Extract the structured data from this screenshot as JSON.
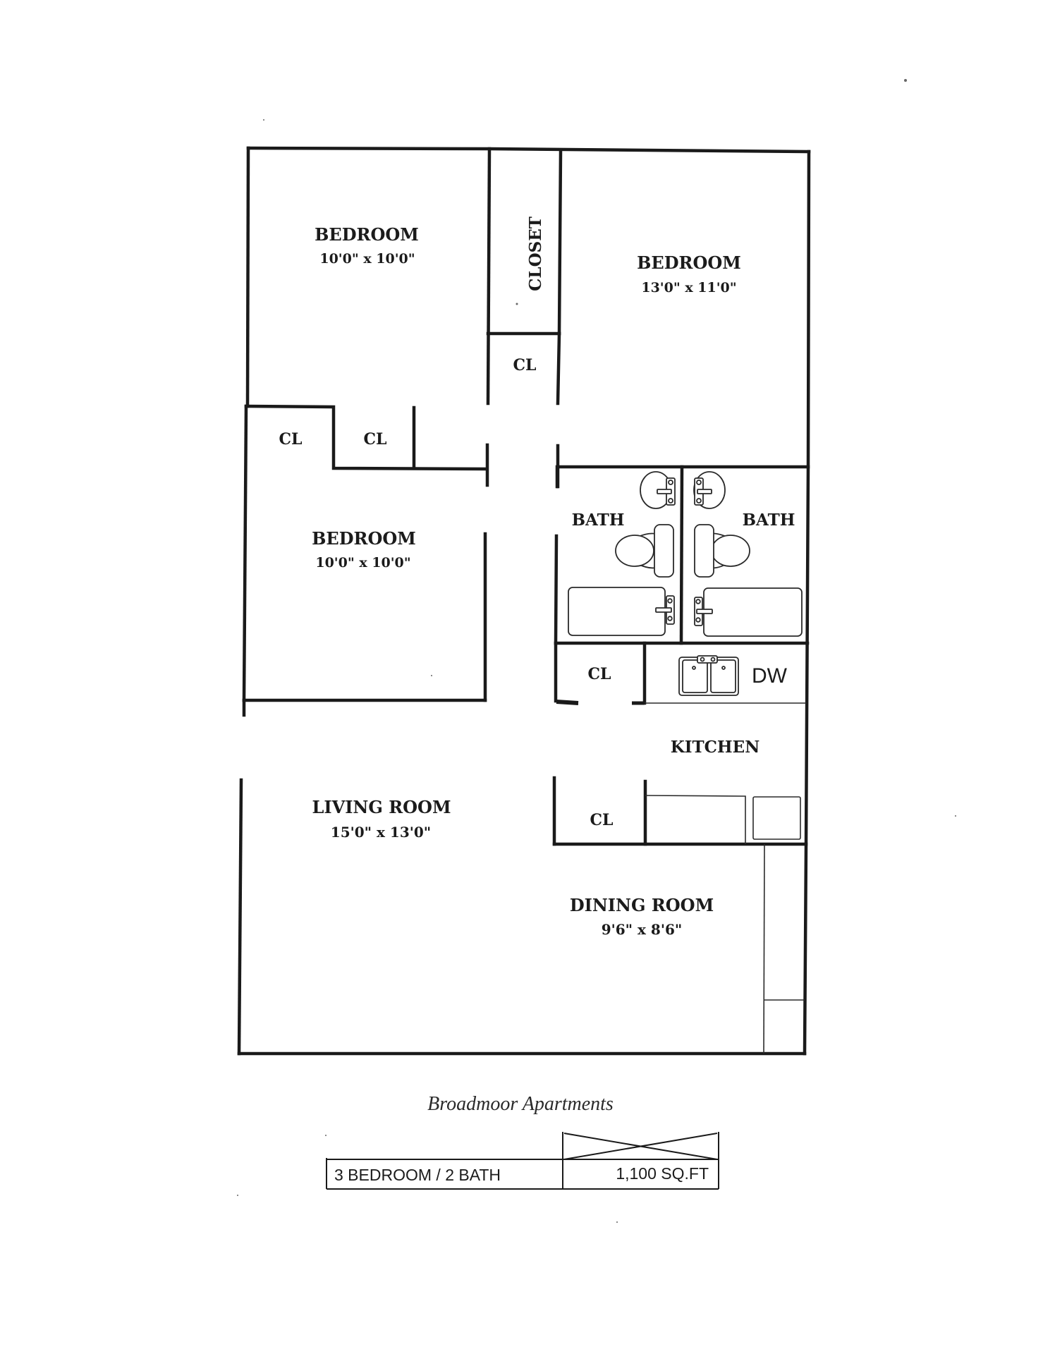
{
  "rooms": {
    "bedroom_top_left": {
      "label": "BEDROOM",
      "dims": "10'0\" x 10'0\""
    },
    "closet_tall": {
      "label": "CLOSET"
    },
    "closet_hall": {
      "label": "CL"
    },
    "bedroom_top_right": {
      "label": "BEDROOM",
      "dims": "13'0\" x 11'0\""
    },
    "closet_left_a": {
      "label": "CL"
    },
    "closet_left_b": {
      "label": "CL"
    },
    "bedroom_mid_left": {
      "label": "BEDROOM",
      "dims": "10'0\" x 10'0\""
    },
    "bath_left": {
      "label": "BATH"
    },
    "bath_right": {
      "label": "BATH"
    },
    "closet_kitchen_upper": {
      "label": "CL"
    },
    "dishwasher": {
      "label": "DW"
    },
    "kitchen": {
      "label": "KITCHEN"
    },
    "closet_kitchen_lower": {
      "label": "CL"
    },
    "living_room": {
      "label": "LIVING ROOM",
      "dims": "15'0\" x 13'0\""
    },
    "dining_room": {
      "label": "DINING ROOM",
      "dims": "9'6\" x 8'6\""
    }
  },
  "title_block": {
    "property_name": "Broadmoor Apartments",
    "unit_type": "3 BEDROOM / 2 BATH",
    "area": "1,100 SQ.FT"
  },
  "colors": {
    "line": "#1a1a1a",
    "background": "#ffffff"
  }
}
